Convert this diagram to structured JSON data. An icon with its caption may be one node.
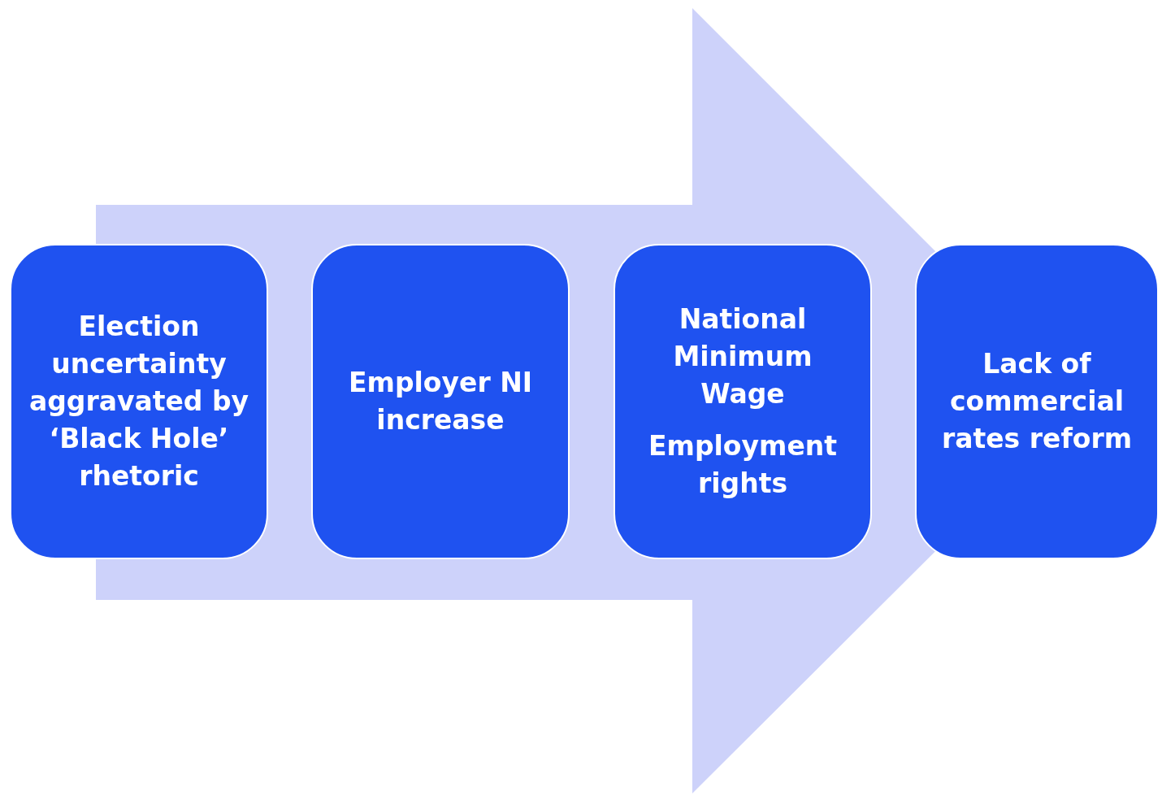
{
  "diagram": {
    "nodes": [
      {
        "text": [
          "Election uncertainty aggravated by ‘Black Hole’ rhetoric"
        ]
      },
      {
        "text": [
          "Employer NI increase"
        ]
      },
      {
        "text": [
          "National Minimum Wage",
          "Employment rights"
        ]
      },
      {
        "text": [
          "Lack of commercial rates reform"
        ]
      }
    ],
    "edges": [
      {
        "from": 0,
        "to": 3,
        "arrow": "to"
      }
    ]
  }
}
